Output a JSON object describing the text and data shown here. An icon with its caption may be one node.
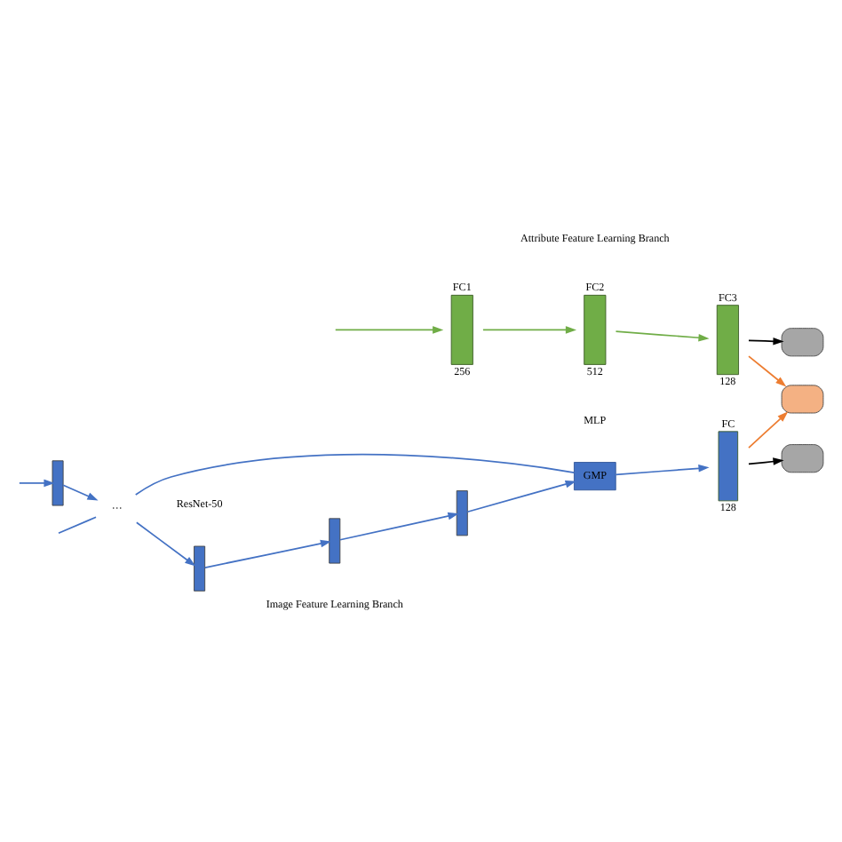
{
  "diagram": {
    "nodes": [
      {
        "text": [
          "FC1"
        ],
        "beside": [
          "256"
        ]
      },
      {
        "text": [
          "FC2"
        ],
        "beside": [
          "512"
        ]
      },
      {
        "text": [
          "FC3"
        ],
        "beside": [
          "128"
        ]
      },
      {
        "text": [],
        "shape": "box"
      },
      {
        "text": [],
        "shape": "box"
      },
      {
        "text": [],
        "shape": "bar"
      },
      {
        "text": [
          "···"
        ]
      },
      {
        "text": [],
        "shape": "bar"
      },
      {
        "text": [],
        "shape": "bar"
      },
      {
        "text": [],
        "shape": "bar"
      },
      {
        "text": [
          "GMP"
        ]
      },
      {
        "text": [
          "FC"
        ],
        "beside": [
          "128"
        ]
      },
      {
        "text": [],
        "shape": "box"
      }
    ],
    "edges": [
      {
        "from": null,
        "to": 0,
        "arrow": "to",
        "color": "#70ad47"
      },
      {
        "from": 0,
        "to": 1,
        "arrow": "to",
        "color": "#70ad47"
      },
      {
        "from": 1,
        "to": 2,
        "arrow": "to",
        "color": "#70ad47"
      },
      {
        "from": 2,
        "to": 3,
        "arrow": "to",
        "color": "#000000"
      },
      {
        "from": 2,
        "to": 4,
        "arrow": "to",
        "color": "#ed7d31"
      },
      {
        "from": null,
        "to": 5,
        "arrow": "to",
        "color": "#4472c4"
      },
      {
        "from": 5,
        "to": 6,
        "arrow": "to",
        "color": "#4472c4"
      },
      {
        "from": 6,
        "to": 7,
        "arrow": "to",
        "color": "#4472c4"
      },
      {
        "from": 7,
        "to": 8,
        "arrow": "to",
        "color": "#4472c4"
      },
      {
        "from": 8,
        "to": 9,
        "arrow": "to",
        "color": "#4472c4"
      },
      {
        "from": 9,
        "to": 10,
        "arrow": "to",
        "color": "#4472c4"
      },
      {
        "from": 10,
        "to": 11,
        "arrow": "to",
        "color": "#4472c4"
      },
      {
        "from": 11,
        "to": 12,
        "arrow": "to",
        "color": "#000000"
      },
      {
        "from": 11,
        "to": 4,
        "arrow": "to",
        "color": "#ed7d31"
      },
      {
        "from": null,
        "to": 6,
        "arrow": "none",
        "color": "#4472c4"
      },
      {
        "from": 6,
        "to": 10,
        "arrow": "none",
        "color": "#4472c4"
      }
    ],
    "labels": [
      "Attribute Feature Learning Branch",
      "MLP",
      "ResNet-50",
      "Image Feature Learning Branch"
    ]
  }
}
